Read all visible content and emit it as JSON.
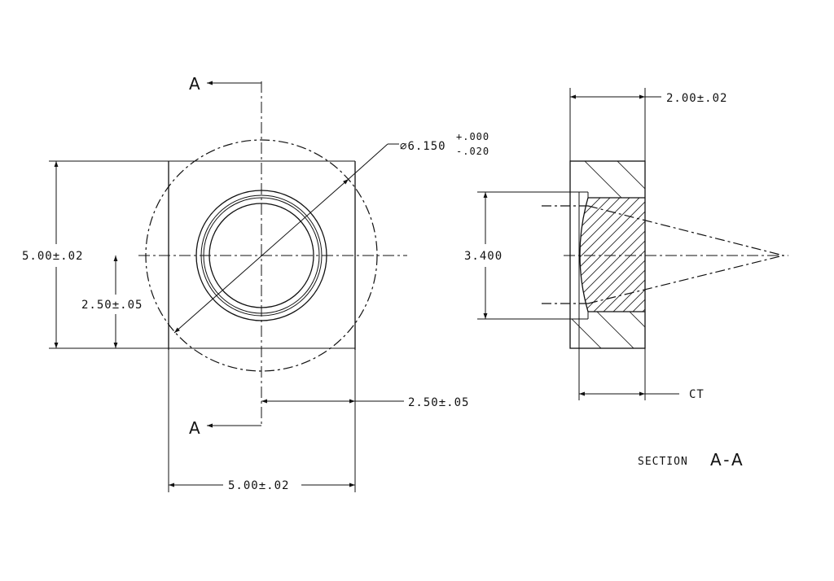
{
  "front_view": {
    "height_dim": "5.00±.02",
    "half_height_dim": "2.50±.05",
    "width_dim": "5.00±.02",
    "half_width_dim": "2.50±.05",
    "diameter_symbol": "⌀",
    "diameter_value": "6.150",
    "diameter_tol_upper": "+.000",
    "diameter_tol_lower": "-.020",
    "section_marker_top": "A",
    "section_marker_bottom": "A"
  },
  "section_view": {
    "thickness_dim": "2.00±.02",
    "aperture_dim": "3.400",
    "ct_label": "CT",
    "caption_prefix": "SECTION",
    "caption_id": "A-A"
  }
}
